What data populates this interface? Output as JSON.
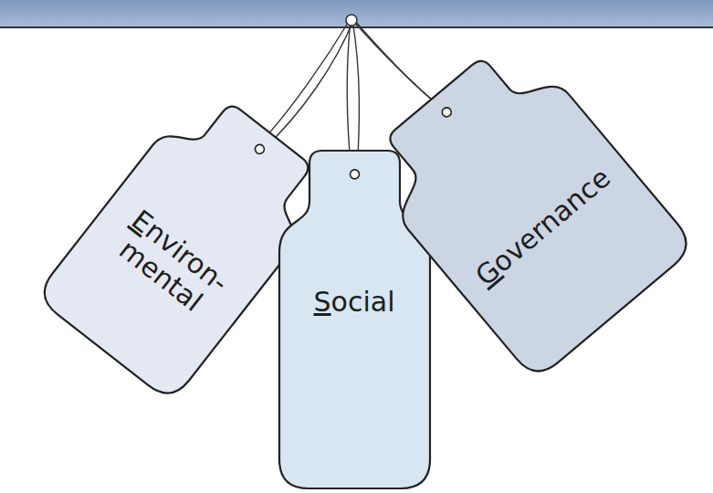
{
  "diagram": {
    "nodes": [
      {
        "text": [
          "Environ- mental"
        ]
      },
      {
        "text": [
          "Social"
        ]
      },
      {
        "text": [
          "Governance"
        ]
      }
    ]
  }
}
